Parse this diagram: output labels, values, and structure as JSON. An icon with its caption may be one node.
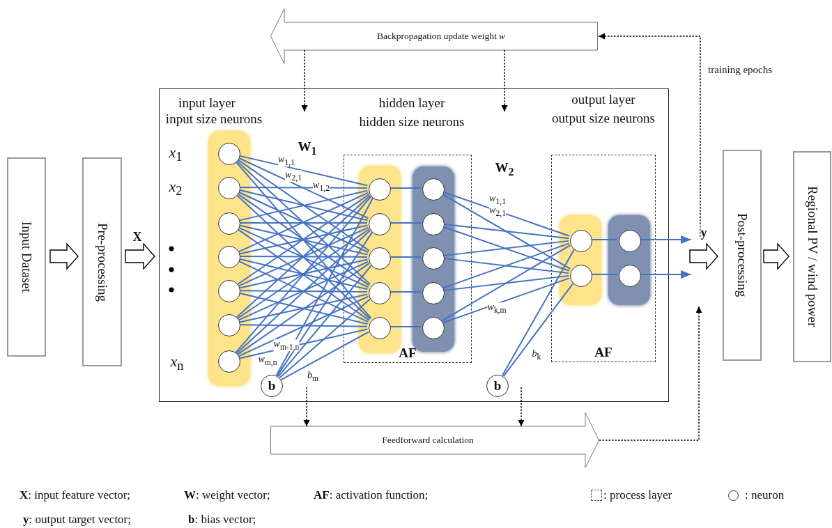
{
  "diagram": {
    "nodes": [
      {
        "text": [
          "Input Dataset"
        ]
      },
      {
        "text": [
          "Pre-processing"
        ]
      },
      {
        "text": [],
        "shape": "box"
      },
      {
        "text": [
          "Post-processing"
        ]
      },
      {
        "text": [
          "Regional PV / wind power"
        ]
      },
      {
        "text": [
          "Backpropagation update weight *w*"
        ]
      },
      {
        "text": [
          "Feedforward calculation"
        ]
      },
      {
        "text": [],
        "shape": "bar",
        "in": 2
      },
      {
        "text": [],
        "shape": "circle",
        "in": 7
      },
      {
        "text": [],
        "shape": "circle",
        "in": 7
      },
      {
        "text": [],
        "shape": "circle",
        "in": 7
      },
      {
        "text": [],
        "shape": "circle",
        "in": 7
      },
      {
        "text": [],
        "shape": "circle",
        "in": 7
      },
      {
        "text": [],
        "shape": "circle",
        "in": 7
      },
      {
        "text": [],
        "shape": "circle",
        "in": 7
      },
      {
        "text": [
          "AF"
        ],
        "in": 2
      },
      {
        "text": [],
        "shape": "bar",
        "in": 15
      },
      {
        "text": [],
        "shape": "circle",
        "in": 16
      },
      {
        "text": [],
        "shape": "circle",
        "in": 16
      },
      {
        "text": [],
        "shape": "circle",
        "in": 16
      },
      {
        "text": [],
        "shape": "circle",
        "in": 16
      },
      {
        "text": [],
        "shape": "circle",
        "in": 16
      },
      {
        "text": [],
        "shape": "bar",
        "in": 15
      },
      {
        "text": [],
        "shape": "circle",
        "in": 22
      },
      {
        "text": [],
        "shape": "circle",
        "in": 22
      },
      {
        "text": [],
        "shape": "circle",
        "in": 22
      },
      {
        "text": [],
        "shape": "circle",
        "in": 22
      },
      {
        "text": [],
        "shape": "circle",
        "in": 22
      },
      {
        "text": [
          "AF"
        ],
        "in": 2
      },
      {
        "text": [],
        "shape": "bar",
        "in": 28
      },
      {
        "text": [],
        "shape": "circle",
        "in": 29
      },
      {
        "text": [],
        "shape": "circle",
        "in": 29
      },
      {
        "text": [],
        "shape": "bar",
        "in": 28
      },
      {
        "text": [],
        "shape": "circle",
        "in": 32
      },
      {
        "text": [],
        "shape": "circle",
        "in": 32
      },
      {
        "text": [
          "b"
        ],
        "in": 2
      },
      {
        "text": [
          "b"
        ],
        "in": 2
      }
    ],
    "edges": [
      {
        "from": 0,
        "to": 1,
        "arrow": "to",
        "style": "thick",
        "color": "#000000"
      },
      {
        "from": 1,
        "to": 2,
        "arrow": "to",
        "style": "thick",
        "color": "#000000",
        "label": "X"
      },
      {
        "from": 2,
        "to": 3,
        "arrow": "to",
        "style": "thick",
        "color": "#000000",
        "label": "y"
      },
      {
        "from": 3,
        "to": 4,
        "arrow": "to",
        "style": "thick",
        "color": "#000000"
      },
      {
        "from": 8,
        "to": 17,
        "arrow": "none",
        "label": "*w*$_{1,1}$"
      },
      {
        "from": 8,
        "to": 18,
        "arrow": "none",
        "label": "*w*$_{2,1}$"
      },
      {
        "from": 8,
        "to": 19,
        "arrow": "none"
      },
      {
        "from": 8,
        "to": 20,
        "arrow": "none"
      },
      {
        "from": 8,
        "to": 21,
        "arrow": "none"
      },
      {
        "from": 9,
        "to": 17,
        "arrow": "none",
        "label": "*w*$_{1,2}$"
      },
      {
        "from": 9,
        "to": 18,
        "arrow": "none"
      },
      {
        "from": 9,
        "to": 19,
        "arrow": "none"
      },
      {
        "from": 9,
        "to": 20,
        "arrow": "none"
      },
      {
        "from": 9,
        "to": 21,
        "arrow": "none"
      },
      {
        "from": 10,
        "to": 17,
        "arrow": "none"
      },
      {
        "from": 10,
        "to": 18,
        "arrow": "none"
      },
      {
        "from": 10,
        "to": 19,
        "arrow": "none"
      },
      {
        "from": 10,
        "to": 20,
        "arrow": "none"
      },
      {
        "from": 10,
        "to": 21,
        "arrow": "none"
      },
      {
        "from": 11,
        "to": 17,
        "arrow": "none"
      },
      {
        "from": 11,
        "to": 18,
        "arrow": "none"
      },
      {
        "from": 11,
        "to": 19,
        "arrow": "none"
      },
      {
        "from": 11,
        "to": 20,
        "arrow": "none"
      },
      {
        "from": 11,
        "to": 21,
        "arrow": "none"
      },
      {
        "from": 12,
        "to": 17,
        "arrow": "none"
      },
      {
        "from": 12,
        "to": 18,
        "arrow": "none"
      },
      {
        "from": 12,
        "to": 19,
        "arrow": "none"
      },
      {
        "from": 12,
        "to": 20,
        "arrow": "none"
      },
      {
        "from": 12,
        "to": 21,
        "arrow": "none"
      },
      {
        "from": 13,
        "to": 17,
        "arrow": "none"
      },
      {
        "from": 13,
        "to": 18,
        "arrow": "none"
      },
      {
        "from": 13,
        "to": 19,
        "arrow": "none"
      },
      {
        "from": 13,
        "to": 20,
        "arrow": "none"
      },
      {
        "from": 13,
        "to": 21,
        "arrow": "none"
      },
      {
        "from": 14,
        "to": 17,
        "arrow": "none"
      },
      {
        "from": 14,
        "to": 18,
        "arrow": "none"
      },
      {
        "from": 14,
        "to": 19,
        "arrow": "none"
      },
      {
        "from": 14,
        "to": 20,
        "arrow": "none",
        "label": "*w*$_{m-1,n}$"
      },
      {
        "from": 14,
        "to": 21,
        "arrow": "none",
        "label": "*w*$_{m,n}$"
      },
      {
        "from": 35,
        "to": 17,
        "arrow": "none"
      },
      {
        "from": 35,
        "to": 18,
        "arrow": "none"
      },
      {
        "from": 35,
        "to": 19,
        "arrow": "none"
      },
      {
        "from": 35,
        "to": 20,
        "arrow": "none"
      },
      {
        "from": 35,
        "to": 21,
        "arrow": "none",
        "label": "*b*$_{m}$"
      },
      {
        "from": 17,
        "to": 23,
        "arrow": "none"
      },
      {
        "from": 18,
        "to": 24,
        "arrow": "none"
      },
      {
        "from": 19,
        "to": 25,
        "arrow": "none"
      },
      {
        "from": 20,
        "to": 26,
        "arrow": "none"
      },
      {
        "from": 21,
        "to": 27,
        "arrow": "none"
      },
      {
        "from": 23,
        "to": 30,
        "arrow": "none",
        "label": "*w*$_{1,1}$"
      },
      {
        "from": 23,
        "to": 31,
        "arrow": "none",
        "label": "*w*$_{2,1}$"
      },
      {
        "from": 24,
        "to": 30,
        "arrow": "none"
      },
      {
        "from": 24,
        "to": 31,
        "arrow": "none"
      },
      {
        "from": 25,
        "to": 30,
        "arrow": "none"
      },
      {
        "from": 25,
        "to": 31,
        "arrow": "none"
      },
      {
        "from": 26,
        "to": 30,
        "arrow": "none"
      },
      {
        "from": 26,
        "to": 31,
        "arrow": "none"
      },
      {
        "from": 27,
        "to": 30,
        "arrow": "none",
        "label": "*w*$_{k,m}$"
      },
      {
        "from": 27,
        "to": 31,
        "arrow": "none"
      },
      {
        "from": 36,
        "to": 30,
        "arrow": "none"
      },
      {
        "from": 36,
        "to": 31,
        "arrow": "none",
        "label": "*b*$_{k}$"
      },
      {
        "from": 30,
        "to": 33,
        "arrow": "none"
      },
      {
        "from": 31,
        "to": 34,
        "arrow": "none"
      },
      {
        "from": 33,
        "to": null,
        "arrow": "to"
      },
      {
        "from": 34,
        "to": null,
        "arrow": "to"
      },
      {
        "from": 5,
        "to": null,
        "arrow": "to",
        "style": "dashed",
        "color": "#000000"
      },
      {
        "from": 5,
        "to": null,
        "arrow": "to",
        "style": "dashed",
        "color": "#000000"
      },
      {
        "from": null,
        "to": 6,
        "arrow": "to",
        "style": "dashed",
        "color": "#000000"
      },
      {
        "from": null,
        "to": 6,
        "arrow": "to",
        "style": "dashed",
        "color": "#000000"
      },
      {
        "from": 6,
        "to": null,
        "arrow": "to",
        "style": "dashed",
        "color": "#000000"
      },
      {
        "from": null,
        "to": 5,
        "arrow": "to",
        "style": "dashed",
        "color": "#000000",
        "label": "training epochs"
      }
    ],
    "labels": [
      "input layer",
      "input size neurons",
      "hidden layer",
      "hidden size neurons",
      "output layer",
      "output size neurons",
      "W$_{1}$",
      "W$_{2}$",
      "*x*$_{1}$",
      "*x*$_{2}$",
      "*x*$_{n}$",
      "**X**: input feature vector;",
      "**W**: weight vector;",
      "**AF**: activation function;",
      "**y**: output target vector;",
      "**b**: bias vector;"
    ],
    "legend": [
      {
        "text": ": process layer"
      },
      {
        "text": ": neuron"
      }
    ]
  }
}
